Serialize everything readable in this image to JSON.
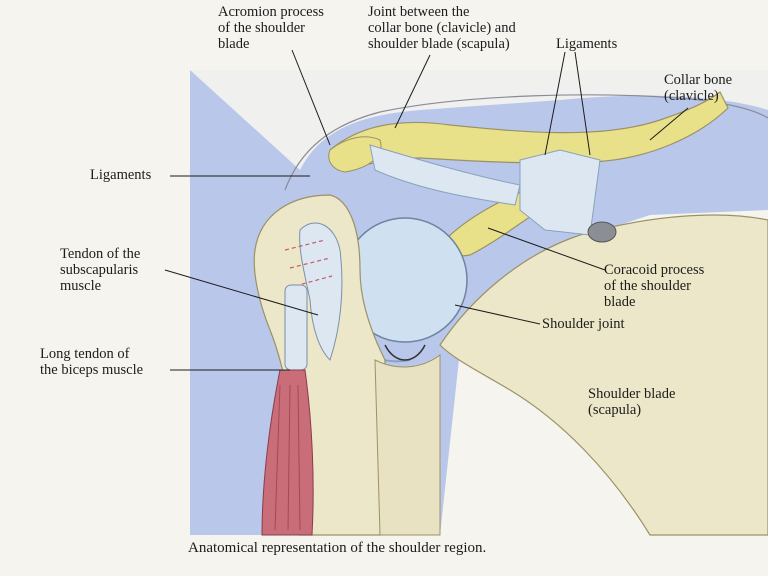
{
  "labels": {
    "acromion": [
      "Acromion process",
      "of the shoulder",
      "blade"
    ],
    "joint_between": [
      "Joint between the",
      "collar bone (clavicle) and",
      "shoulder blade (scapula)"
    ],
    "ligaments_top": "Ligaments",
    "collar_bone": [
      "Collar bone",
      "(clavicle)"
    ],
    "ligaments_left": "Ligaments",
    "tendon_subscap": [
      "Tendon of the",
      "subscapularis",
      "muscle"
    ],
    "coracoid": [
      "Coracoid process",
      "of the shoulder",
      "blade"
    ],
    "shoulder_joint": "Shoulder joint",
    "long_tendon": [
      "Long tendon of",
      "the biceps muscle"
    ],
    "shoulder_blade": [
      "Shoulder blade",
      "(scapula)"
    ]
  },
  "caption": "Anatomical representation of the shoulder region.",
  "colors": {
    "background_blue": "#b9c8ea",
    "bone": "#ece7c8",
    "cartilage_yellow": "#e9e08a",
    "ligament": "#dde7f2",
    "muscle": "#c96d78"
  }
}
